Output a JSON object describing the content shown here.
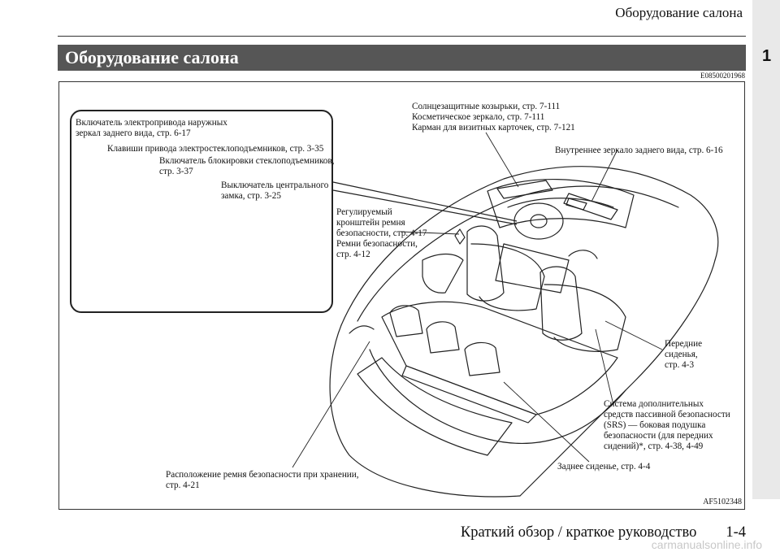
{
  "header": {
    "title": "Оборудование салона",
    "chapter_number": "1"
  },
  "section": {
    "title": "Оборудование салона",
    "code": "E08500201968"
  },
  "figure": {
    "image_code": "AF5102348",
    "callouts": {
      "mirror_switch": "Включатель электропривода наружных\nзеркал заднего вида, стр. 6-17",
      "window_keys": "Клавиши привода электростеклоподъемников, стр. 3-35",
      "window_lock": "Включатель блокировки стеклоподъемников,\nстр. 3-37",
      "central_lock": "Выключатель центрального\nзамка, стр. 3-25",
      "sun_visors": "Солнцезащитные козырьки, стр. 7-111\nКосметическое зеркало, стр. 7-111\nКарман для визитных карточек, стр. 7-121",
      "inner_mirror": "Внутреннее зеркало заднего вида, стр. 6-16",
      "belt_anchor": "Регулируемый\nкронштейн ремня\nбезопасности, стр. 4-17\nРемни безопасности,\nстр. 4-12",
      "front_seats": "Передние\nсиденья,\nстр. 4-3",
      "srs_airbag": "Система дополнительных\nсредств пассивной безопасности\n(SRS) — боковая подушка\nбезопасности (для передних\nсидений)*, стр. 4-38, 4-49",
      "rear_seat": "Заднее сиденье, стр. 4-4",
      "belt_stowage": "Расположение ремня безопасности при хранении,\nстр. 4-21"
    }
  },
  "footer": {
    "chapter": "Краткий обзор / краткое руководство",
    "page": "1-4"
  },
  "watermark": "carmanualsonline.info"
}
